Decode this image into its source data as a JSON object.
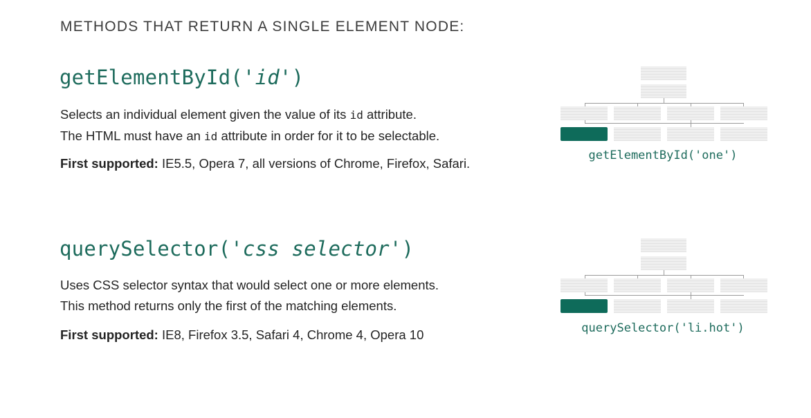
{
  "page_heading": "METHODS THAT RETURN A SINGLE ELEMENT NODE:",
  "sections": [
    {
      "title_prefix": "getElementById('",
      "title_arg": "id",
      "title_suffix": "')",
      "desc_line1_a": "Selects an individual element given the value of its ",
      "desc_line1_code": "id",
      "desc_line1_b": " attribute.",
      "desc_line2_a": "The HTML must have an ",
      "desc_line2_code": "id",
      "desc_line2_b": " attribute in order for it to be selectable.",
      "support_label": "First supported:",
      "support_text": " IE5.5, Opera 7, all versions of Chrome, Firefox, Safari.",
      "caption": "getElementById('one')"
    },
    {
      "title_prefix": "querySelector('",
      "title_arg": "css selector",
      "title_suffix": "')",
      "desc_line1": "Uses CSS selector syntax that would select one or more elements.",
      "desc_line2": "This method returns only the first of the matching elements.",
      "support_label": "First supported:",
      "support_text": " IE8, Firefox 3.5, Safari 4, Chrome 4, Opera 10",
      "caption": "querySelector('li.hot')"
    }
  ],
  "colors": {
    "accent": "#1d6b5c",
    "highlight": "#0e6b5a"
  }
}
